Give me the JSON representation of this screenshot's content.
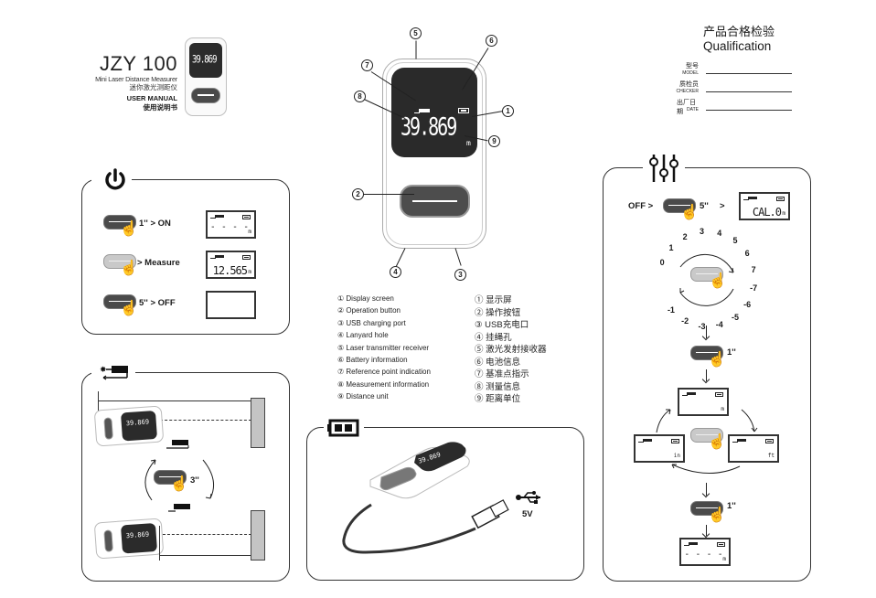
{
  "header": {
    "model": "JZY 100",
    "subtitle_en": "Mini Laser Distance Measurer",
    "subtitle_cn": "迷你激光测距仪",
    "manual_en": "USER MANUAL",
    "manual_cn": "使用说明书",
    "mini_display_value": "39.869"
  },
  "qualification": {
    "title_cn": "产品合格检验",
    "title_en": "Qualification",
    "fields": [
      {
        "label_cn": "型号",
        "label_en": "MODEL",
        "value": ""
      },
      {
        "label_cn": "质检员",
        "label_en": "CHECKER",
        "value": ""
      },
      {
        "label_cn": "出厂日期",
        "label_en": "DATE",
        "value": ""
      }
    ]
  },
  "device_diagram": {
    "display_value": "39.869",
    "display_unit": "m",
    "callouts": [
      "1",
      "2",
      "3",
      "4",
      "5",
      "6",
      "7",
      "8",
      "9"
    ]
  },
  "legend": {
    "en": [
      "① Display screen",
      "② Operation button",
      "③ USB charging port",
      "④ Lanyard hole",
      "⑤ Laser transmitter receiver",
      "⑥ Battery information",
      "⑦ Reference point indication",
      "⑧ Measurement information",
      "⑨ Distance unit"
    ],
    "cn": [
      "① 显示屏",
      "② 操作按钮",
      "③ USB充电口",
      "④ 挂绳孔",
      "⑤ 激光发射接收器",
      "⑥ 电池信息",
      "⑦ 基准点指示",
      "⑧ 测量信息",
      "⑨ 距离单位"
    ]
  },
  "power_panel": {
    "icon": "power-icon",
    "steps": [
      {
        "label": "1'' > ON",
        "lcd_value": "- - - -",
        "lcd_unit": "m"
      },
      {
        "label": "> Measure",
        "lcd_value": "12.565",
        "lcd_unit": "m"
      },
      {
        "label": "5'' > OFF",
        "lcd_value": "",
        "lcd_unit": ""
      }
    ]
  },
  "reference_panel": {
    "icon": "reference-switch-icon",
    "hold_label": "3''",
    "device_value": "39.869"
  },
  "charging_panel": {
    "icon": "battery-icon",
    "usb_icon": "usb-icon",
    "voltage": "5V",
    "device_value": "39.869"
  },
  "settings_panel": {
    "icon": "sliders-icon",
    "off_label": "OFF >",
    "hold_label": "5''",
    "gt": ">",
    "cal_display": "CAL.0",
    "cal_unit": "m",
    "dial_values": [
      "0",
      "1",
      "2",
      "3",
      "4",
      "5",
      "6",
      "7",
      "-7",
      "-6",
      "-5",
      "-4",
      "-3",
      "-2",
      "-1"
    ],
    "press_label_1": "1''",
    "press_label_2": "1''",
    "unit_cycle": [
      "m",
      "ft",
      "in"
    ],
    "final_display": "- - - -",
    "final_unit": "m"
  }
}
